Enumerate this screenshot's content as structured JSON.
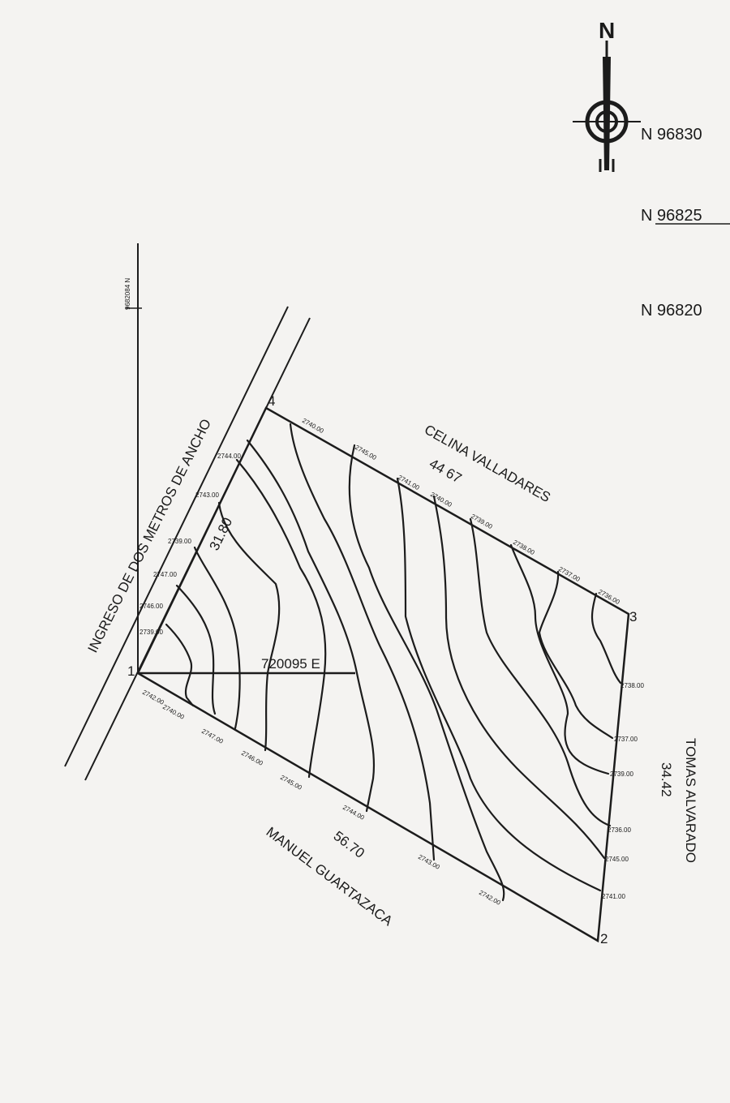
{
  "north_arrow": {
    "letter": "N"
  },
  "northings": {
    "n1": "N 96830",
    "n2": "N 96825",
    "n3": "N 96820",
    "left_axis": "9682084 N"
  },
  "easting": "720095 E",
  "road_label": "INGRESO DE DOS METROS DE ANCHO",
  "vertices": {
    "v1": "1",
    "v2": "2",
    "v3": "3",
    "v4": "4"
  },
  "boundaries": {
    "north": {
      "owner": "CELINA VALLADARES",
      "length": "44 67"
    },
    "east": {
      "owner": "TOMAS ALVARADO",
      "length": "34.42"
    },
    "south": {
      "owner": "MANUEL GUARTAZACA",
      "length": "56.70"
    },
    "west": {
      "length": "31.80"
    }
  },
  "elevations": {
    "top": [
      "2740.00",
      "2745.00",
      "2741.00",
      "2740.00",
      "2739.00",
      "2738.00",
      "2737.00",
      "2736.00"
    ],
    "left": [
      "2744.00",
      "2743.00",
      "2739.00",
      "2747.00",
      "2746.00",
      "2739.00"
    ],
    "bottom": [
      "2742.00",
      "2740.00",
      "2747.00",
      "2746.00",
      "2745.00",
      "2744.00",
      "2743.00",
      "2742.00"
    ],
    "right": [
      "2738.00",
      "2737.00",
      "2739.00",
      "2736.00",
      "2745.00",
      "2741.00"
    ]
  }
}
